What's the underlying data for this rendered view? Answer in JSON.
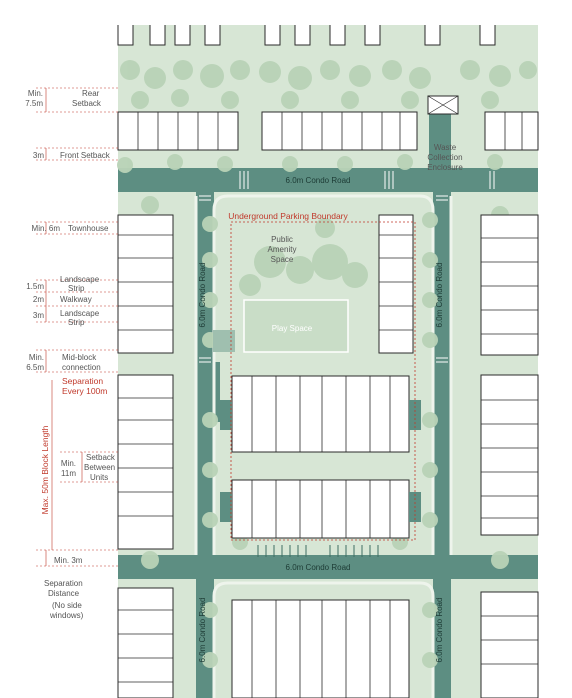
{
  "colors": {
    "road": "#5d8e82",
    "block": "#d7e6d5",
    "tree": "#b9d3b7",
    "building": "#ffffff",
    "sidewalk": "#eef4ec",
    "annotation": "#c0392b"
  },
  "setbacks": {
    "rear": {
      "min": "Min.",
      "value": "7.5m",
      "label1": "Rear",
      "label2": "Setback"
    },
    "front": {
      "value": "3m",
      "label": "Front Setback"
    },
    "townhouse": {
      "min": "Min. 6m",
      "label": "Townhouse"
    },
    "landscape_strip": {
      "value": "1.5m",
      "line1": "Landscape",
      "line2": "Strip"
    },
    "walkway": {
      "value": "2m",
      "label": "Walkway"
    },
    "landscape_strip_2": {
      "value": "3m",
      "line1": "Landscape",
      "line2": "Strip"
    },
    "midblock": {
      "min": "Min.",
      "value": "6.5m",
      "line1": "Mid-block",
      "line2": "connection"
    },
    "separation": {
      "line1": "Separation",
      "line2": "Every 100m"
    },
    "block_length": {
      "label": "Max. 50m Block Length"
    },
    "between_units": {
      "min": "Min.",
      "value": "11m",
      "line1": "Setback",
      "line2": "Between",
      "line3": "Units"
    },
    "min3m": {
      "label": "Min. 3m"
    },
    "separation_distance": {
      "line1": "Separation",
      "line2": "Distance",
      "line3": "(No side",
      "line4": "windows)"
    }
  },
  "roads": {
    "top": "6.0m Condo Road",
    "mid": "6.0m Condo Road",
    "left1": "6.0m Condo Road",
    "right1": "6.0m Condo Road",
    "left2": "6.0m Condo Road",
    "right2": "6.0m Condo Road"
  },
  "features": {
    "waste1": "Waste",
    "waste2": "Collection",
    "waste3": "Enclosure",
    "parking_boundary": "Underground Parking Boundary",
    "amenity1": "Public",
    "amenity2": "Amenity",
    "amenity3": "Space",
    "play": "Play Space"
  }
}
